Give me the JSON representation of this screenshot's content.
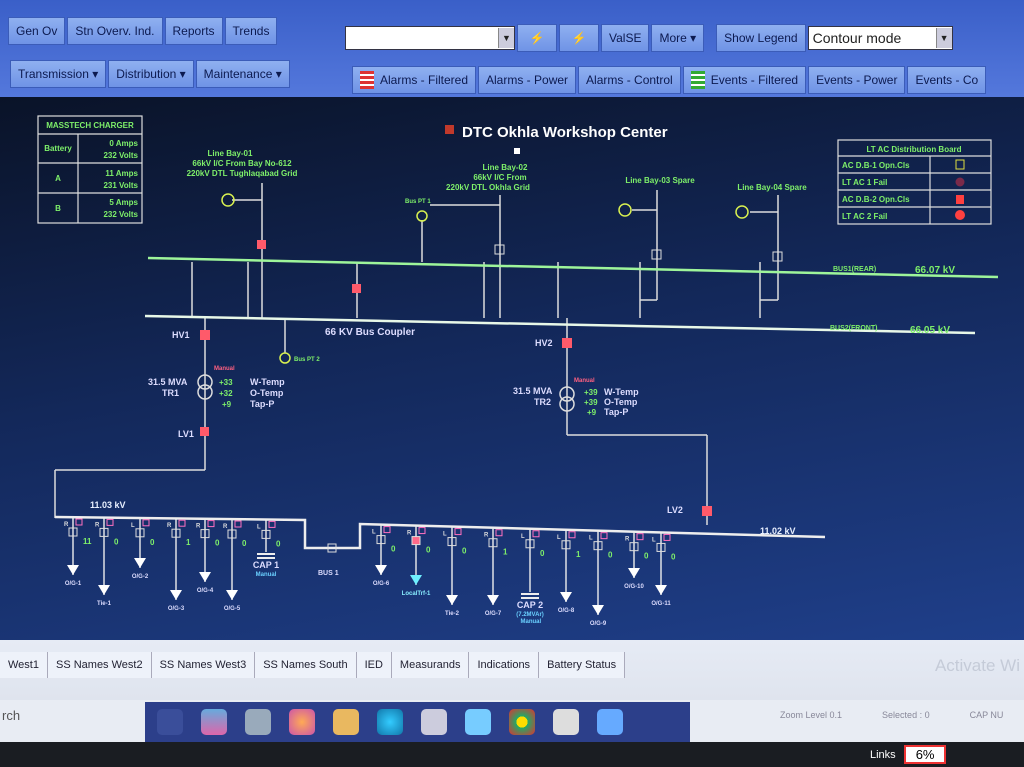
{
  "toolbar": {
    "row1": [
      "Gen Ov",
      "Stn Overv. Ind.",
      "Reports",
      "Trends"
    ],
    "row1b": [
      "ValSE",
      "More ▾"
    ],
    "show_legend": "Show Legend",
    "mode_value": "Contour mode",
    "row2": [
      "Transmission ▾",
      "Distribution ▾",
      "Maintenance ▾"
    ],
    "row2b": [
      "Alarms - Filtered",
      "Alarms - Power",
      "Alarms - Control",
      "Events - Filtered",
      "Events - Power",
      "Events - Co"
    ]
  },
  "title": "DTC Okhla Workshop Center",
  "charger": {
    "title": "MASSTECH CHARGER",
    "rows": [
      {
        "label": "Battery",
        "amps": "0 Amps",
        "volts": "232 Volts"
      },
      {
        "label": "A",
        "amps": "11 Amps",
        "volts": "231 Volts"
      },
      {
        "label": "B",
        "amps": "5 Amps",
        "volts": "232 Volts"
      }
    ]
  },
  "ltac": {
    "title": "LT AC Distribution Board",
    "rows": [
      "AC D.B-1 Opn.Cls",
      "LT AC 1 Fail",
      "AC D.B-2 Opn.Cls",
      "LT AC 2 Fail"
    ]
  },
  "bays": {
    "b1": [
      "Line Bay-01",
      "66kV I/C From Bay No-612",
      "220kV DTL Tughlaqabad Grid"
    ],
    "b2": [
      "Line Bay-02",
      "66kV I/C From",
      "220kV DTL Okhla Grid"
    ],
    "b3": "Line Bay-03 Spare",
    "b4": "Line Bay-04 Spare",
    "buspt1": "Bus PT 1",
    "buspt2": "Bus PT 2"
  },
  "buses": {
    "bus1_label": "BUS1(REAR)",
    "bus1_kv": "66.07  kV",
    "bus2_label": "BUS2(FRONT)",
    "bus2_kv": "66.05  kV",
    "coupler": "66 KV Bus Coupler",
    "lv_left_kv": "11.03 kV",
    "lv_right_kv": "11.02 kV",
    "bus1_11kv": "BUS 1"
  },
  "tr1": {
    "hv": "HV1",
    "lv": "LV1",
    "mva": "31.5 MVA",
    "name": "TR1",
    "vals": [
      "+33",
      "+32",
      "+9"
    ],
    "mode": "Manual"
  },
  "tr2": {
    "hv": "HV2",
    "lv": "LV2",
    "mva": "31.5 MVA",
    "name": "TR2",
    "vals": [
      "+39",
      "+39",
      "+9"
    ],
    "mode": "Manual"
  },
  "tr_labels": [
    "W-Temp",
    "O-Temp",
    "Tap-P"
  ],
  "feeders": [
    {
      "name": "O/G-1",
      "v": "11",
      "m": "R"
    },
    {
      "name": "Tie-1",
      "v": "0",
      "m": "R"
    },
    {
      "name": "O/G-2",
      "v": "0",
      "m": "L"
    },
    {
      "name": "O/G-3",
      "v": "1",
      "m": "R"
    },
    {
      "name": "O/G-4",
      "v": "0",
      "m": "R"
    },
    {
      "name": "O/G-5",
      "v": "0",
      "m": "R"
    },
    {
      "name": "CAP 1",
      "v": "0",
      "m": "L",
      "sub": "Manual"
    },
    {
      "name": "O/G-6",
      "v": "0",
      "m": "L"
    },
    {
      "name": "LocalTrf-1",
      "v": "0",
      "m": "R"
    },
    {
      "name": "Tie-2",
      "v": "0",
      "m": "L"
    },
    {
      "name": "O/G-7",
      "v": "1",
      "m": "R"
    },
    {
      "name": "CAP 2",
      "v": "0",
      "m": "L",
      "sub": "(7.2MVAr) Manual"
    },
    {
      "name": "O/G-8",
      "v": "1",
      "m": "L"
    },
    {
      "name": "O/G-9",
      "v": "0",
      "m": "L"
    },
    {
      "name": "O/G-10",
      "v": "0",
      "m": "R"
    },
    {
      "name": "O/G-11",
      "v": "0",
      "m": "L"
    }
  ],
  "tabs": [
    "West1",
    "SS Names West2",
    "SS Names West3",
    "SS Names South",
    "IED",
    "Measurands",
    "Indications",
    "Battery Status"
  ],
  "status": {
    "search": "rch",
    "zoom": "Zoom Level 0.1",
    "selected": "Selected : 0",
    "caps": "CAP NU",
    "links": "Links",
    "links_pct": "6%",
    "watermark": "Activate Wi"
  },
  "colors": {
    "green": "#7ef06a",
    "bus": "#9ef59a",
    "breaker_closed": "#ff5a6a",
    "accent": "#5478dc"
  }
}
